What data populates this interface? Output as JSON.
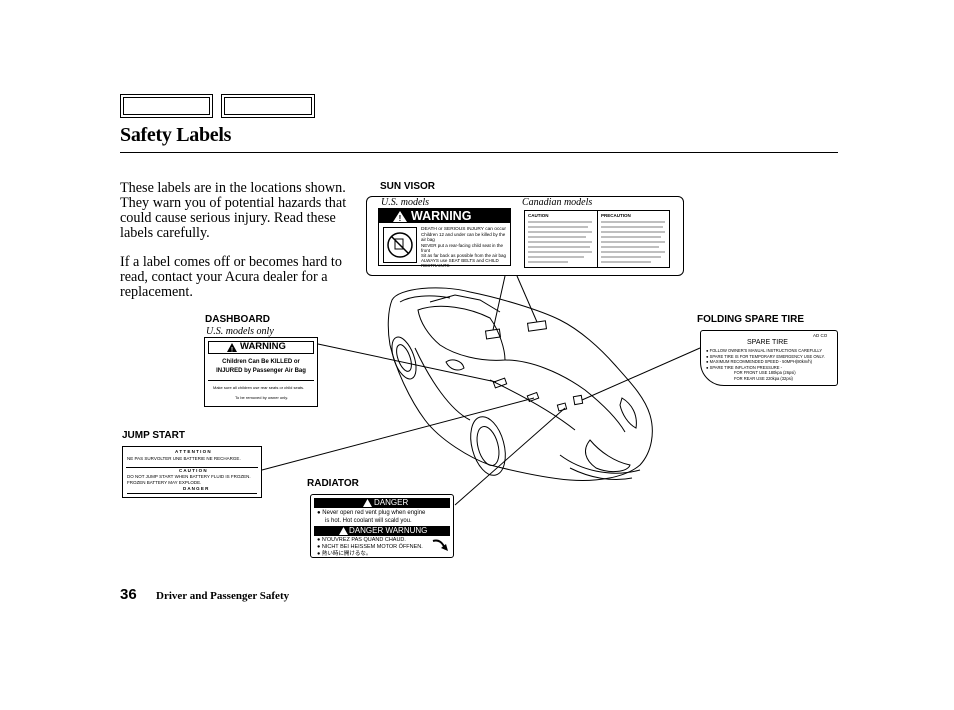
{
  "header": {
    "title": "Safety Labels"
  },
  "body": {
    "para1": "These labels are in the locations shown. They warn you of potential hazards that could cause serious injury. Read these labels carefully.",
    "para2": "If a label comes off or becomes hard to read, contact your Acura dealer for a replacement."
  },
  "sun_visor": {
    "heading": "SUN VISOR",
    "us_caption": "U.S. models",
    "canadian_caption": "Canadian models",
    "warning_title": "WARNING",
    "death_line": "DEATH or SERIOUS INJURY can occur",
    "lines": [
      "Children 12 and under can be killed by the air bag",
      "NEVER put a rear-facing child seat in the front",
      "Sit as far back as possible from the air bag",
      "ALWAYS use SEAT BELTS and CHILD RESTRAINTS"
    ],
    "caution_title": "CAUTION",
    "precaution_title": "PRECAUTION"
  },
  "dashboard": {
    "heading": "DASHBOARD",
    "caption": "U.S. models only",
    "warning_title": "WARNING",
    "line1": "Children Can Be KILLED or",
    "line2": "INJURED by Passenger Air Bag",
    "note": "Make sure all children use rear seats or child seats.",
    "removal": "To be removed by owner only."
  },
  "folding_spare": {
    "heading": "FOLDING SPARE TIRE",
    "code": "AD CO",
    "title": "SPARE TIRE",
    "items": [
      "FOLLOW OWNER'S MANUAL INSTRUCTIONS CAREFULLY",
      "SPARE TIRE IS FOR TEMPORARY EMERGENCY USE ONLY.",
      "MAXIMUM RECOMMENDED SPEED - 50MPH(80km/h)",
      "SPARE TIRE INFLATION PRESSURE -"
    ],
    "front": "FOR FRONT  USE 180kpa (26psi)",
    "rear": "FOR REAR   USE 220kpa (32psi)"
  },
  "jump_start": {
    "heading": "JUMP START",
    "attention": "A T T E N T I O N",
    "caution": "C A U T I O N",
    "danger_word": "D A N G E R",
    "lines": [
      "NE PAS SURVOLTER UNE BATTERIE NE RECHARGE.",
      "DO NOT JUMP START WHEN BATTERY FLUID IS FROZEN.",
      "FROZEN BATTERY MAY EXPLODE."
    ]
  },
  "radiator": {
    "heading": "RADIATOR",
    "danger": "DANGER",
    "line1": "Never open red vent plug when engine",
    "line2": "is hot. Hot coolant will scald you.",
    "danger2": "DANGER WARNUNG",
    "fr": "N'OUVREZ PAS QUAND CHAUD.",
    "de": "NICHT BEI HEISSEM MOTOR ÖFFNEN.",
    "jp": "熱い時に開けるな。"
  },
  "footer": {
    "page": "36",
    "section": "Driver and Passenger Safety"
  }
}
